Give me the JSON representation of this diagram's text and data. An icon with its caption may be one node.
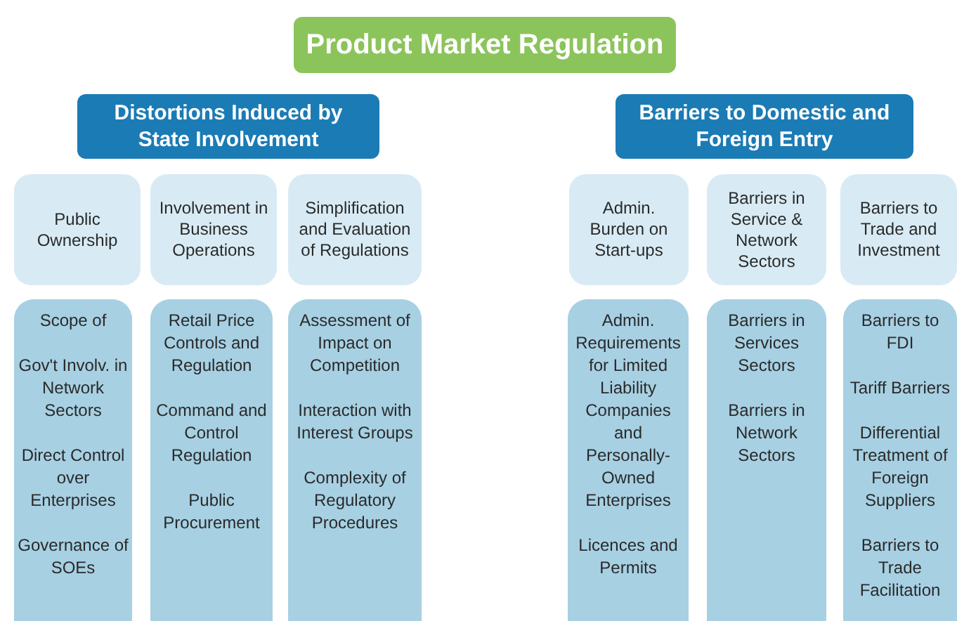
{
  "diagram": {
    "nodes": [
      {
        "text": [
          "Product Market Regulation"
        ]
      },
      {
        "text": [
          "Distortions Induced by State Involvement"
        ]
      },
      {
        "text": [
          "Barriers to Domestic and Foreign Entry"
        ]
      },
      {
        "text": [
          "Public Ownership"
        ]
      },
      {
        "text": [
          "Involvement in Business Operations"
        ]
      },
      {
        "text": [
          "Simplification and Evaluation of Regulations"
        ]
      },
      {
        "text": [
          "Admin. Burden on Start-ups"
        ]
      },
      {
        "text": [
          "Barriers in Service & Network Sectors"
        ]
      },
      {
        "text": [
          "Barriers to Trade and Investment"
        ]
      },
      {
        "text": [
          "Scope of",
          "Gov't Involv. in Network Sectors",
          "Direct Control over Enterprises",
          "Governance of SOEs"
        ]
      },
      {
        "text": [
          "Retail Price Controls and Regulation",
          "Command and Control Regulation",
          "Public Procurement"
        ]
      },
      {
        "text": [
          "Assessment of Impact on Competition",
          "Interaction with Interest Groups",
          "Complexity of Regulatory Procedures"
        ]
      },
      {
        "text": [
          "Admin. Requirements for Limited Liability Companies and Personally-Owned Enterprises",
          "Licences and Permits"
        ]
      },
      {
        "text": [
          "Barriers in Services Sectors",
          "Barriers in Network Sectors"
        ]
      },
      {
        "text": [
          "Barriers to FDI",
          "Tariff Barriers",
          "Differential Treatment of Foreign Suppliers",
          "Barriers to Trade Facilitation"
        ]
      }
    ],
    "edges": []
  }
}
